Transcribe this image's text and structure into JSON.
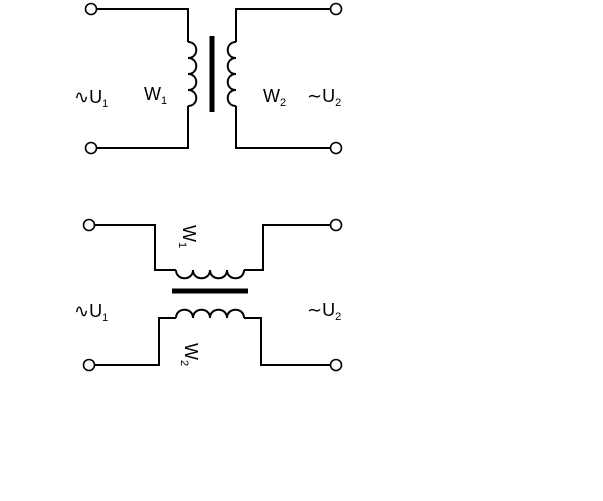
{
  "diagrams": [
    {
      "name": "vertical-transformer",
      "labels": {
        "input_voltage": {
          "symbol": "∿",
          "main": "U",
          "sub": "1"
        },
        "primary_winding": {
          "main": "W",
          "sub": "1"
        },
        "secondary_winding": {
          "main": "W",
          "sub": "2"
        },
        "output_voltage": {
          "symbol": "∼",
          "main": "U",
          "sub": "2"
        }
      }
    },
    {
      "name": "horizontal-transformer",
      "labels": {
        "input_voltage": {
          "symbol": "∿",
          "main": "U",
          "sub": "1"
        },
        "primary_winding": {
          "main": "W",
          "sub": "1"
        },
        "secondary_winding": {
          "main": "W",
          "sub": "2"
        },
        "output_voltage": {
          "symbol": "∼",
          "main": "U",
          "sub": "2"
        }
      }
    }
  ],
  "colors": {
    "line": "#000000",
    "background": "#ffffff"
  }
}
